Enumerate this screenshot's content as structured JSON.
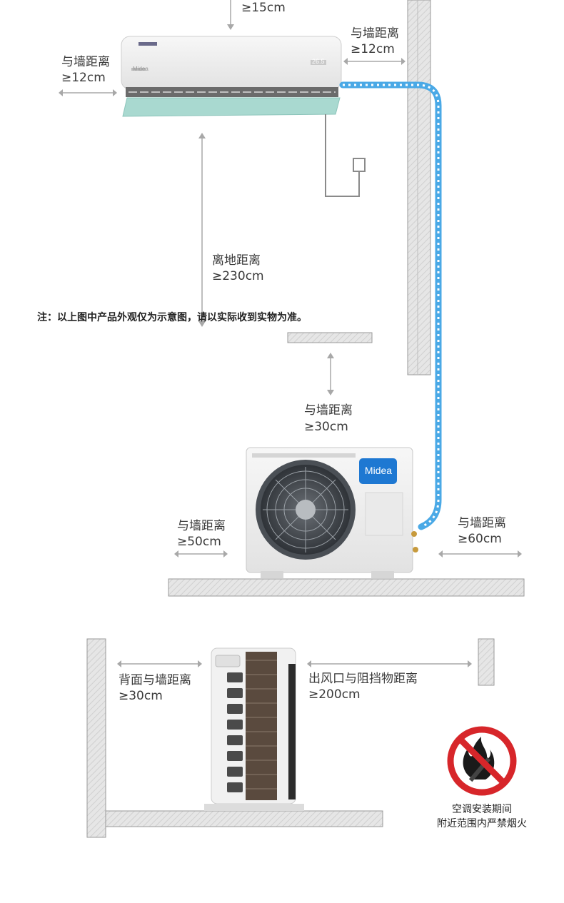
{
  "colors": {
    "wall_fill": "#e4e4e4",
    "wall_edge": "#9a9a9a",
    "arrow": "#a8a8a8",
    "pipe": "#4aa9e6",
    "brand_blue": "#1e78d2",
    "no_fire_red": "#d7262a"
  },
  "indoor_unit": {
    "top_clearance": "≥15cm",
    "left_wall_label": "与墙距离",
    "left_wall_value": "≥12cm",
    "right_wall_label": "与墙距离",
    "right_wall_value": "≥12cm",
    "floor_label": "离地距离",
    "floor_value": "≥230cm",
    "display_text": "26.5",
    "logo_text": "Midea"
  },
  "note": "注：以上图中产品外观仅为示意图，请以实际收到实物为准。",
  "outdoor_unit": {
    "top_label": "与墙距离",
    "top_value": "≥30cm",
    "left_label": "与墙距离",
    "left_value": "≥50cm",
    "right_label": "与墙距离",
    "right_value": "≥60cm",
    "logo_text": "Midea"
  },
  "side_view": {
    "back_label": "背面与墙距离",
    "back_value": "≥30cm",
    "outlet_label": "出风口与阻挡物距离",
    "outlet_value": "≥200cm"
  },
  "warning": {
    "icon": "no-fire-icon",
    "line1": "空调安装期间",
    "line2": "附近范围内严禁烟火"
  }
}
